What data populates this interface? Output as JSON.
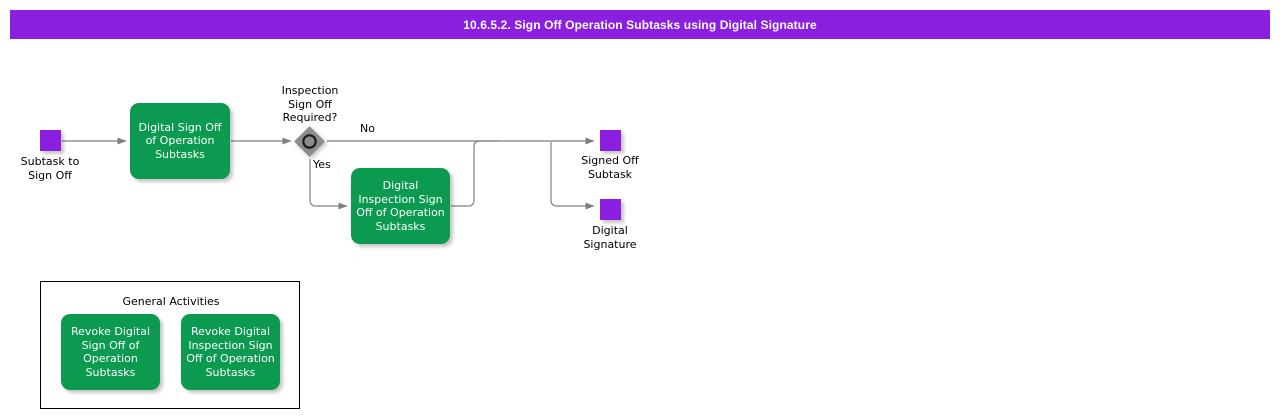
{
  "title": {
    "text": "10.6.5.2. Sign Off Operation Subtasks using Digital Signature"
  },
  "colors": {
    "title_bar": "#8A1FE0",
    "terminal_node": "#8A1FE0",
    "activity": "#0B9A4F",
    "decision": "#808080",
    "connector": "#7F7F7F",
    "panel_border": "#000000",
    "activity_text": "#FFFFFF",
    "label_text": "#000000"
  },
  "diagram": {
    "start_node": {
      "label": "Subtask to\nSign Off"
    },
    "activities": [
      {
        "label": "Digital Sign Off\nof Operation\nSubtasks"
      },
      {
        "label": "Digital\nInspection Sign\nOff of Operation\nSubtasks"
      }
    ],
    "decision": {
      "label": "Inspection\nSign Off\nRequired?",
      "branches": [
        {
          "label": "No"
        },
        {
          "label": "Yes"
        }
      ]
    },
    "end_nodes": [
      {
        "label": "Signed Off\nSubtask"
      },
      {
        "label": "Digital\nSignature"
      }
    ]
  },
  "general_activities": {
    "title": "General Activities",
    "items": [
      {
        "label": "Revoke Digital\nSign Off of\nOperation\nSubtasks"
      },
      {
        "label": "Revoke Digital\nInspection Sign\nOff of Operation\nSubtasks"
      }
    ]
  }
}
